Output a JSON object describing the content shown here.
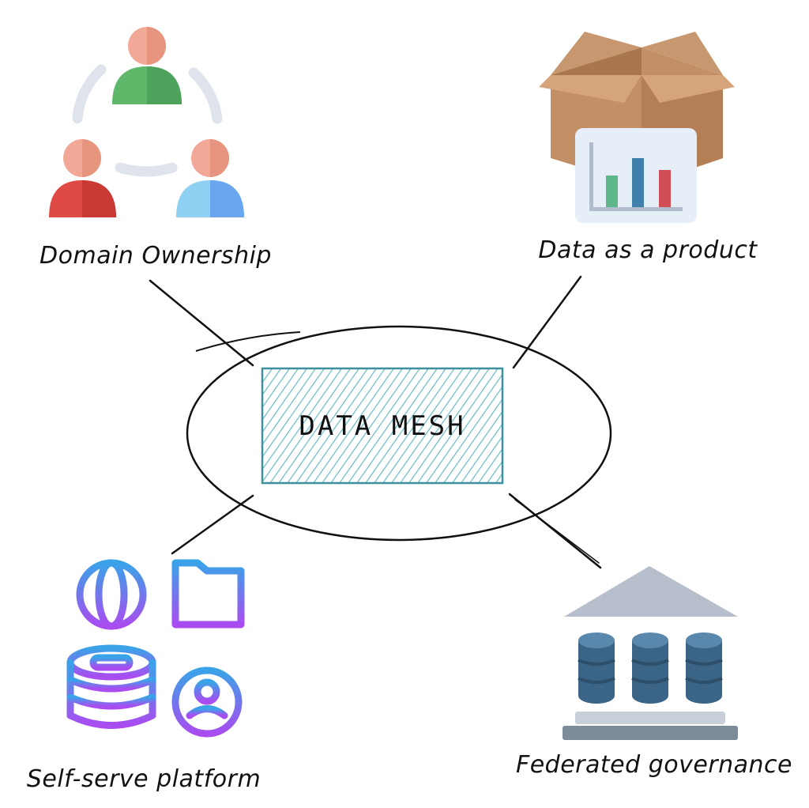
{
  "center": {
    "title": "DATA MESH"
  },
  "pillars": {
    "domain_ownership": {
      "label": "Domain Ownership",
      "icon": "team-icon"
    },
    "data_product": {
      "label": "Data as a product",
      "icon": "box-chart-icon"
    },
    "self_serve": {
      "label": "Self-serve platform",
      "icon": "platform-network-icon"
    },
    "governance": {
      "label": "Federated governance",
      "icon": "bank-database-icon"
    }
  },
  "colors": {
    "hatch": "#5bb5c2",
    "hatch_border": "#3f8f9c",
    "line": "#111111"
  }
}
